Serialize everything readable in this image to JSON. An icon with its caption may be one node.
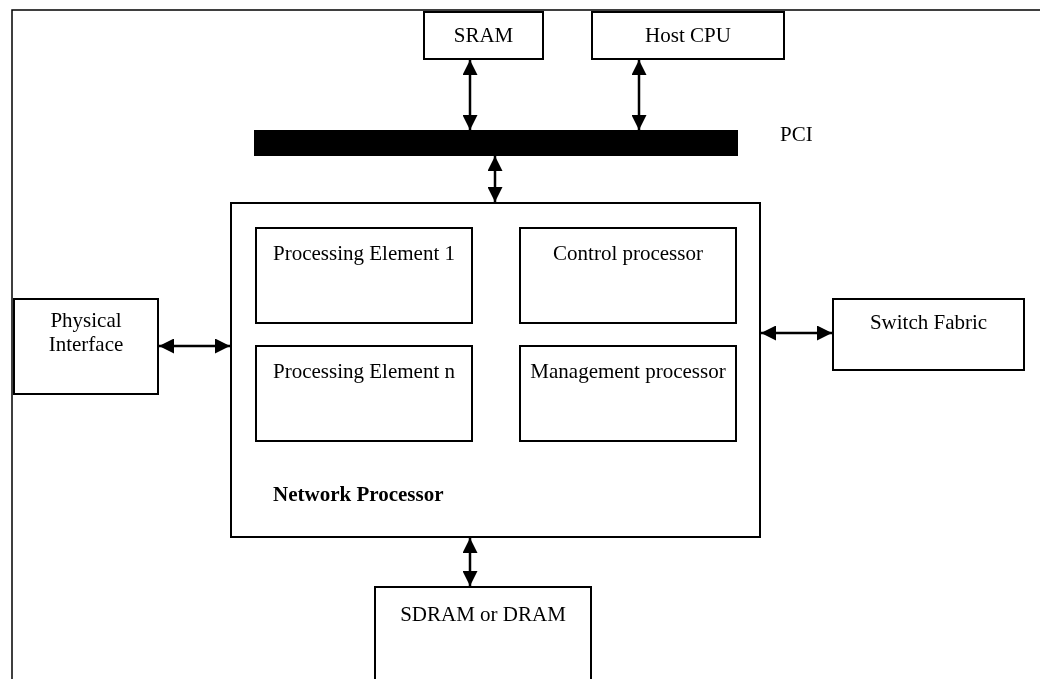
{
  "diagram": {
    "nodes": [
      {
        "text": [
          "SRAM"
        ]
      },
      {
        "text": [
          "Host CPU"
        ]
      },
      {
        "text": [],
        "shape": "bar",
        "beside": [
          "PCI"
        ]
      },
      {
        "text": [
          "Network Processor"
        ]
      },
      {
        "text": [
          "Processing Element 1"
        ],
        "in": 3
      },
      {
        "text": [
          "Control processor"
        ],
        "in": 3
      },
      {
        "text": [
          "Processing Element n"
        ],
        "in": 3
      },
      {
        "text": [
          "Management processor"
        ],
        "in": 3
      },
      {
        "text": [
          "Physical Interface"
        ]
      },
      {
        "text": [
          "Switch Fabric"
        ]
      },
      {
        "text": [
          "SDRAM or DRAM"
        ]
      }
    ],
    "edges": [
      {
        "from": 0,
        "to": 2,
        "arrow": "both"
      },
      {
        "from": 1,
        "to": 2,
        "arrow": "both"
      },
      {
        "from": 2,
        "to": 3,
        "arrow": "both"
      },
      {
        "from": 8,
        "to": 3,
        "arrow": "both"
      },
      {
        "from": 3,
        "to": 9,
        "arrow": "both"
      },
      {
        "from": 3,
        "to": 10,
        "arrow": "both"
      }
    ]
  }
}
